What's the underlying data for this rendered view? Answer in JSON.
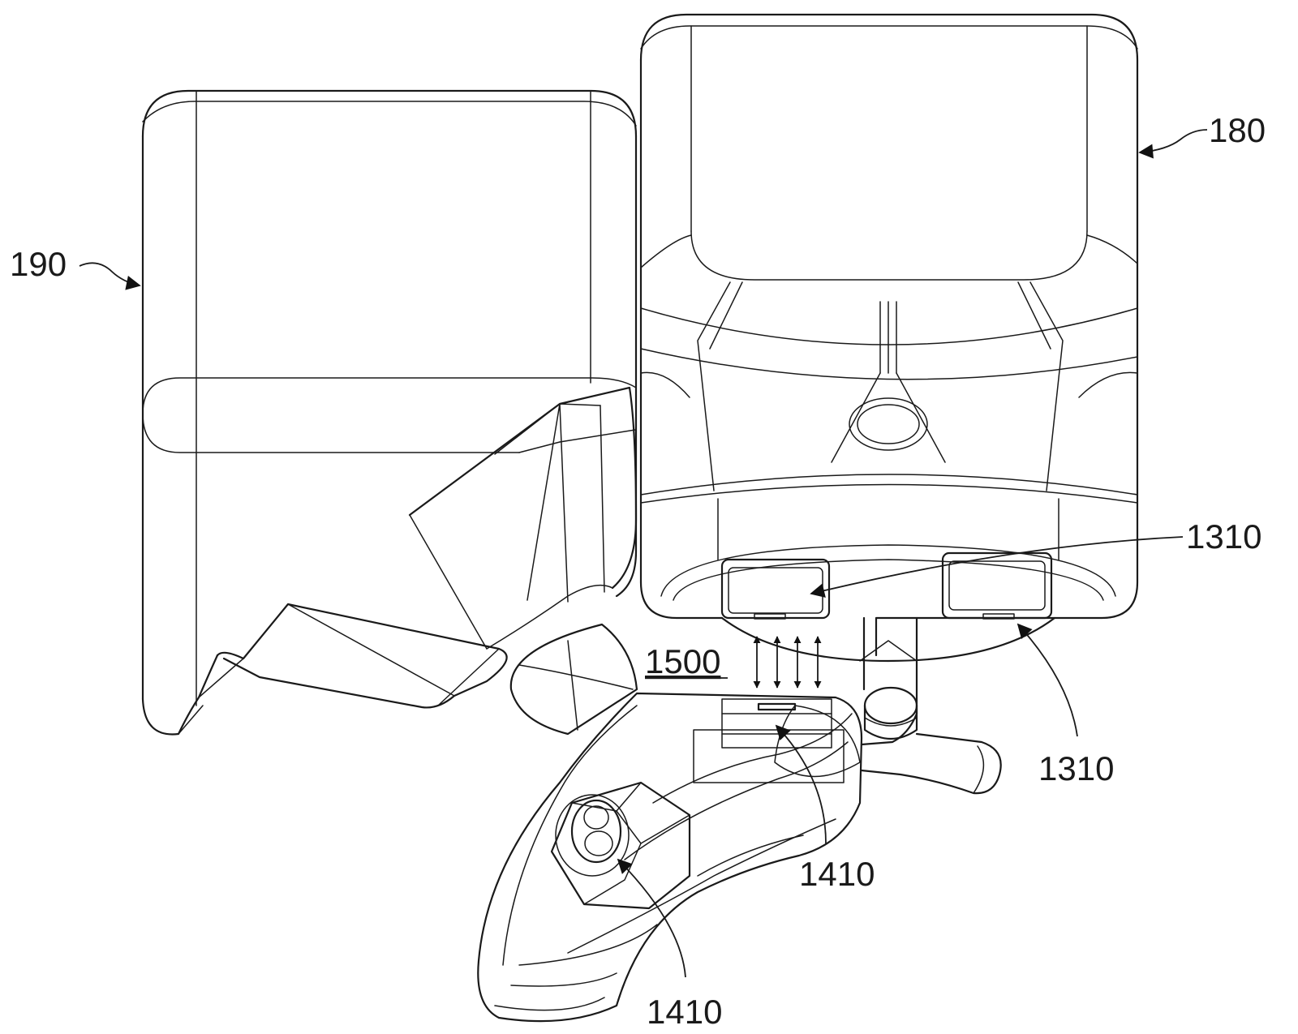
{
  "labels": {
    "ref_190": "190",
    "ref_180": "180",
    "ref_1310_upper": "1310",
    "ref_1310_lower": "1310",
    "ref_1500": "1500",
    "ref_1410_right": "1410",
    "ref_1410_bottom": "1410"
  },
  "colors": {
    "line": "#1a1a1a",
    "background": "#ffffff"
  }
}
